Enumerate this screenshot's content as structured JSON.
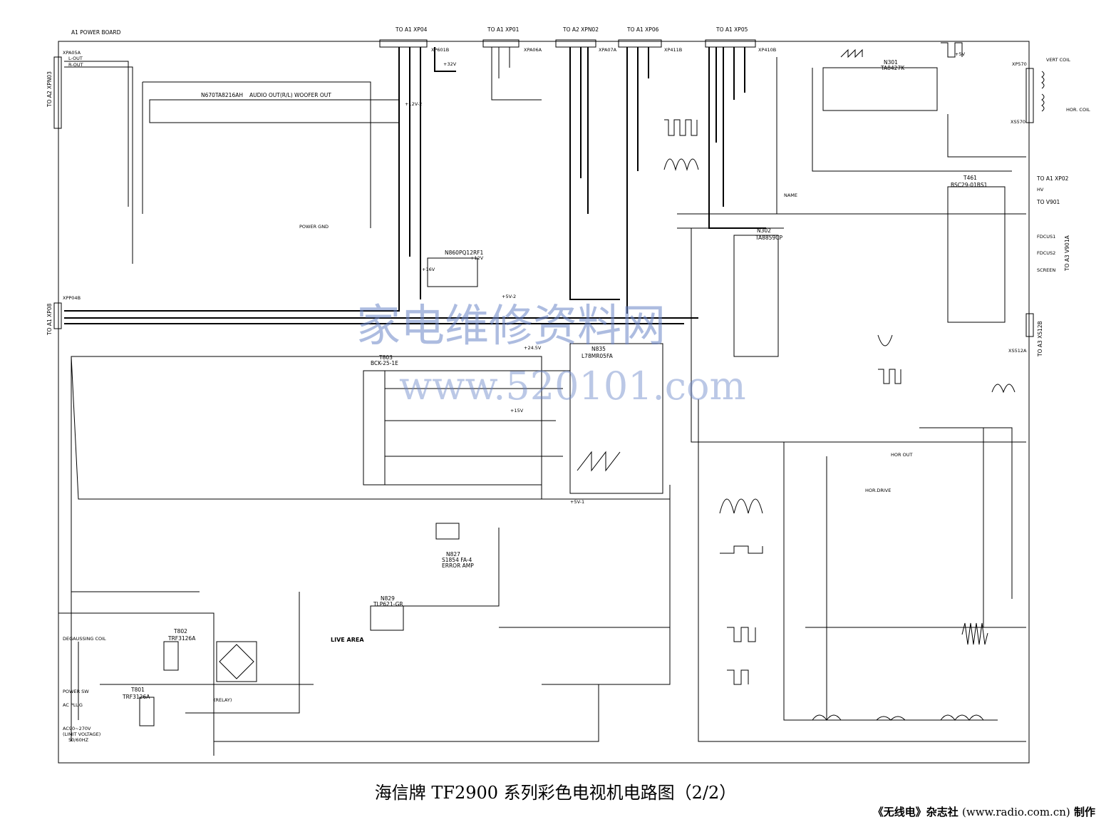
{
  "board_label": "A1 POWER BOARD",
  "connectors": {
    "top": [
      {
        "to": "TO A1 XP04",
        "ref": "XP601B",
        "pin": "+32V"
      },
      {
        "to": "TO A1 XP01",
        "ref": "XPA06A"
      },
      {
        "to": "TO A2 XPN02",
        "ref": "XPA07A"
      },
      {
        "to": "TO A1 XP06",
        "ref": "XP411B"
      },
      {
        "to": "TO A1 XP05",
        "ref": "XP410B"
      }
    ],
    "left": [
      {
        "to": "TO A2 XPN03",
        "ref": "XPA05A",
        "pins": [
          "L-OUT",
          "R-OUT"
        ]
      },
      {
        "to": "TO A1 XP08",
        "ref": "XPP04B"
      }
    ],
    "right": [
      {
        "to": "TO A1 XP02",
        "ref": "HV"
      },
      {
        "to": "TO V901",
        "ref": "V901"
      },
      {
        "to": "TO A3 V901A",
        "pins": [
          "FDCUS1",
          "FDCUS2",
          "SCREEN"
        ]
      },
      {
        "to": "TO A3 XS12B",
        "ref": "XS512A"
      }
    ],
    "yoke": {
      "ref": "XP570",
      "pins": [
        "VERT COIL",
        "HOR. COIL"
      ],
      "alt": "XS570"
    }
  },
  "ics": [
    {
      "ref": "N670",
      "part": "TA8216AH",
      "desc": "AUDIO OUT(R/L) WOOFER OUT"
    },
    {
      "ref": "N301",
      "part": "TA8427K"
    },
    {
      "ref": "N302",
      "part": "TA8859CP"
    },
    {
      "ref": "N860",
      "part": "PQ12RF1"
    },
    {
      "ref": "N835",
      "part": "L78MR05FA"
    },
    {
      "ref": "N827",
      "part": "S1854 FA-4",
      "desc": "ERROR AMP"
    },
    {
      "ref": "N829",
      "part": "TLP621-GR"
    }
  ],
  "transformers": [
    {
      "ref": "T803",
      "part": "BCK-25-1E"
    },
    {
      "ref": "T461",
      "part": "BSC29-01BS1"
    },
    {
      "ref": "T802",
      "part": "TRF3126A"
    },
    {
      "ref": "T801",
      "part": "TRF3126A"
    }
  ],
  "labels": {
    "live_area": "LIVE AREA",
    "degauss": "DEGAUSSING COIL",
    "power_sw": "POWER SW",
    "ac_plug": "AC PLUG",
    "limit": "(LIMIT VOLTAGE)",
    "ac_range": "AC90~270V",
    "freq": "50/60HZ",
    "relay": "(RELAY)",
    "hor_out": "HOR OUT",
    "hor_drive": "HOR.DRIVE",
    "power_gnd": "POWER GND",
    "name": "NAME"
  },
  "rails": [
    "+5V",
    "+12V",
    "+15V",
    "+24.5V",
    "+5V-1",
    "+5V-2",
    "+12V-2",
    "+16V"
  ],
  "watermark": {
    "cn": "家电维修资料网",
    "url": "www.520101.com"
  },
  "title": "海信牌 TF2900 系列彩色电视机电路图（2/2）",
  "credit": {
    "pub": "《无线电》杂志社",
    "url": "(www.radio.com.cn)",
    "suffix": "制作"
  }
}
